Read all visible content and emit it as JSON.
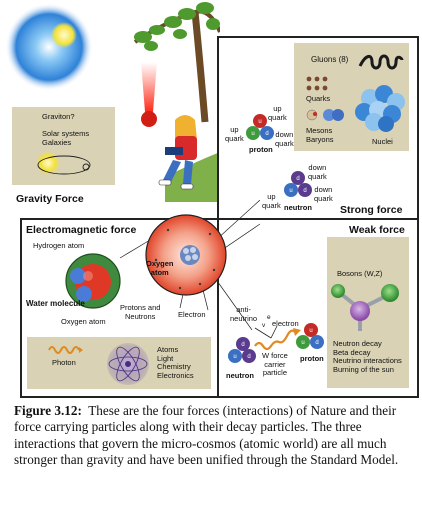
{
  "gravity": {
    "title": "Gravity Force",
    "graviton": "Graviton?",
    "solar_systems": "Solar systems",
    "galaxies": "Galaxies"
  },
  "strong": {
    "title": "Strong force",
    "gluons": "Gluons (8)",
    "quarks": "Quarks",
    "mesons": "Mesons",
    "baryons": "Baryons",
    "nuclei": "Nuclei",
    "proton_label": "proton",
    "neutron_label": "neutron",
    "up_quark_1": "up\nquark",
    "up_quark_2": "up\nquark",
    "down_quark_1": "down\nquark",
    "down_quark_2": "down\nquark",
    "down_quark_3": "down\nquark",
    "up_quark_3": "up\nquark"
  },
  "electromagnetic": {
    "title": "Electromagnetic force",
    "hydrogen_atom": "Hydrogen atom",
    "water_molecule": "Water molecule",
    "oxygen_atom_small": "Oxygen atom",
    "oxygen_atom_center": "Oxygen\natom",
    "protons_neutrons": "Protons and\nNeutrons",
    "electron": "Electron",
    "photon": "Photon",
    "atoms_list": "Atoms\nLight\nChemistry\nElectronics"
  },
  "weak": {
    "title": "Weak force",
    "bosons": "Bosons (W,Z)",
    "decays": "Neutron decay\nBeta decay\nNeutrino interactions\nBurning of the sun",
    "anti_neutrino": "anti-\nneutrino",
    "electron": "electron",
    "e_symbol": "e",
    "v_symbol": "v",
    "w_force": "W force\ncarrier\nparticle",
    "neutron": "neutron",
    "proton": "proton"
  },
  "caption": {
    "label": "Figure 3.12:",
    "text": "These are the four forces (interactions) of Nature and their force carrying particles along with their decay particles. The three interactions that govern the micro-cosmos (atomic world) are all much stronger than gravity and have been unified through the Standard Model."
  },
  "colors": {
    "sky": "#3a8fe0",
    "sun": "#f5e44a",
    "tan_panel": "#d9d2b4",
    "quark_red": "#c42a26",
    "quark_green": "#3f9a3e",
    "quark_purple": "#5a3b8e",
    "w_boson": "#e08a20"
  }
}
